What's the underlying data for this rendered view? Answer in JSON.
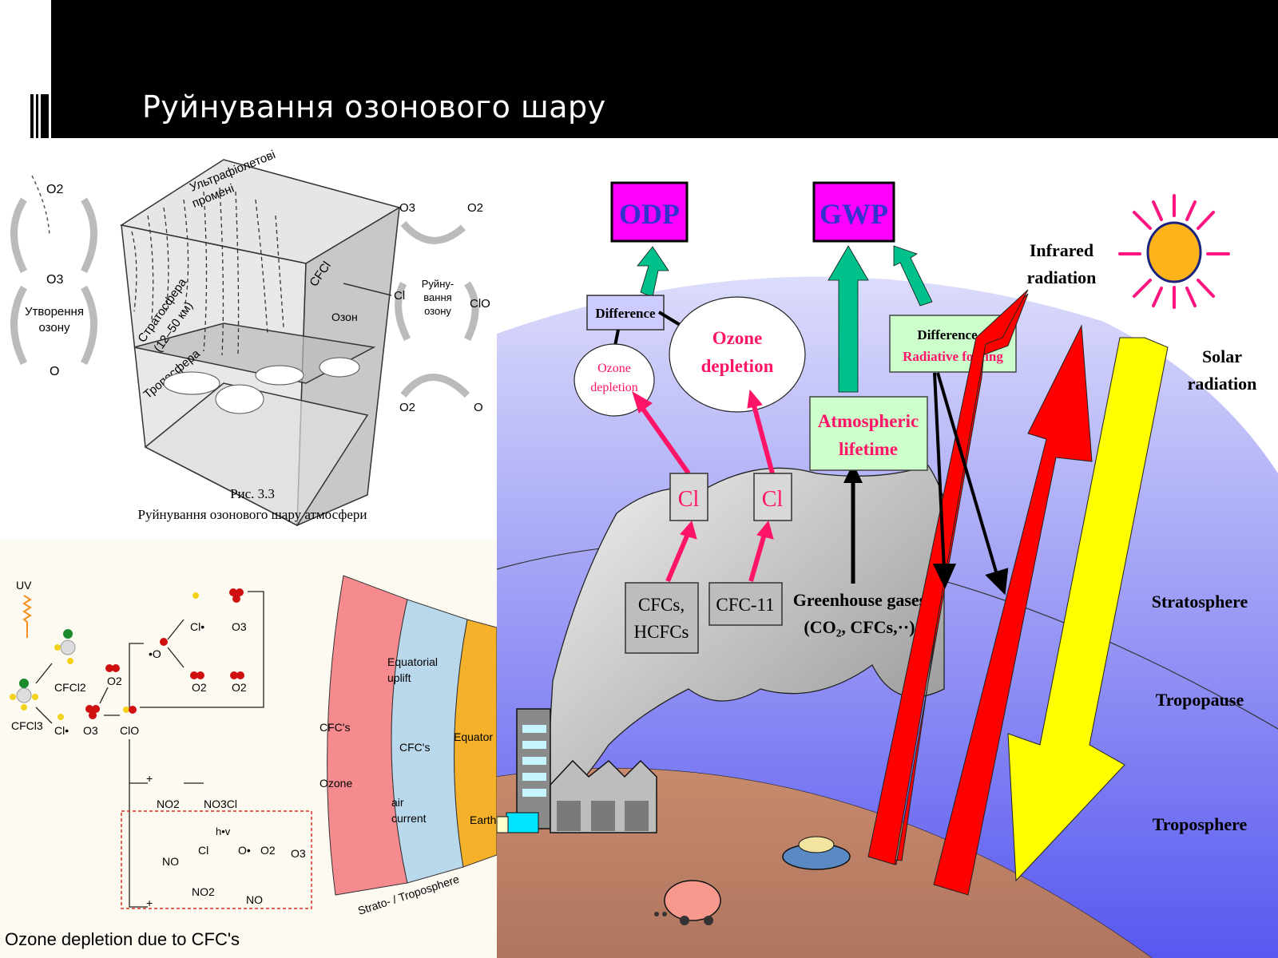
{
  "slide": {
    "title": "Руйнування озонового шару"
  },
  "figure_top_left": {
    "formation_cycle": {
      "label_line1": "Утворення",
      "label_line2": "озону",
      "top": "O2",
      "middle": "O3",
      "bottom": "O"
    },
    "box": {
      "uv_line1": "Ультрафіолетові",
      "uv_line2": "промені",
      "strat_line1": "Стратосфера",
      "strat_line2": "(12–50 км)",
      "trop": "Тропосфера",
      "cfcl": "CFCl",
      "ozone": "Озон"
    },
    "destruction_cycle": {
      "label_line1": "Руйну-",
      "label_line2": "вання",
      "label_line3": "озону",
      "top_left": "O3",
      "top_right": "O2",
      "left": "Cl",
      "right": "ClO",
      "bottom_left": "O2",
      "bottom_right": "O"
    },
    "caption_line1": "Рис. 3.3",
    "caption_line2": "Руйнування озонового шару атмосфери"
  },
  "figure_bottom_left": {
    "uv": "UV",
    "cfcl3": "CFCl3",
    "cfcl2": "CFCl2",
    "cl_radical": "Cl•",
    "o3": "O3",
    "o2": "O2",
    "clo": "ClO",
    "o_radical": "•O",
    "no2": "NO2",
    "no3cl": "NO3Cl",
    "no": "NO",
    "cl": "Cl",
    "hv": "h•v",
    "o_dot": "O•",
    "plus": "+",
    "caption": "Ozone depletion due to CFC's",
    "globe": {
      "cfcs_strat": "CFC's",
      "ozone": "Ozone",
      "equatorial_line1": "Equatorial",
      "equatorial_line2": "uplift",
      "cfcs_trop": "CFC's",
      "air_line1": "air",
      "air_line2": "current",
      "equator": "Equator",
      "earth": "Earth",
      "layer_label": "Strato- / Troposphere"
    }
  },
  "figure_right": {
    "odp": "ODP",
    "gwp": "GWP",
    "difference": "Difference",
    "ozone_small_line1": "Ozone",
    "ozone_small_line2": "depletion",
    "ozone_big_line1": "Ozone",
    "ozone_big_line2": "depletion",
    "diff_rf_line1": "Difference =",
    "diff_rf_line2": "Radiative forcing",
    "atm_line1": "Atmospheric",
    "atm_line2": "lifetime",
    "cl1": "Cl",
    "cl2": "Cl",
    "cfcs_line1": "CFCs,",
    "cfcs_line2": "HCFCs",
    "cfc11": "CFC-11",
    "ghg_line1": "Greenhouse gases",
    "ghg_line2": "(CO₂, CFCs,··)",
    "infrared_line1": "Infrared",
    "infrared_line2": "radiation",
    "solar_line1": "Solar",
    "solar_line2": "radiation",
    "stratosphere": "Stratosphere",
    "tropopause": "Tropopause",
    "troposphere": "Troposphere",
    "colors": {
      "magenta_box": "#ff00ff",
      "box_text_blue": "#3333cc",
      "teal_arrow": "#00c08b",
      "pink_arrow": "#ff1467",
      "light_green_box": "#ccffcc",
      "red_arrow": "#ff0000",
      "yellow_arrow": "#ffff00",
      "earth": "#c0806a",
      "sun": "#ffb31a"
    }
  }
}
